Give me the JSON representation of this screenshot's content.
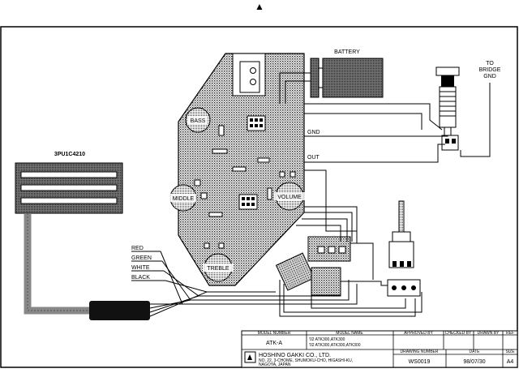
{
  "header_marker": "▲",
  "labels": {
    "battery": "BATTERY",
    "to_bridge_gnd": [
      "TO",
      "BRIDGE",
      "GND"
    ],
    "pickup_model": "3PU1C4210",
    "gnd": "GND",
    "out": "OUT"
  },
  "pots": {
    "bass": "BASS",
    "middle": "MIDDLE",
    "volume": "VOLUME",
    "treble": "TREBLE"
  },
  "wire_colors": [
    "RED",
    "GREEN",
    "WHITE",
    "BLACK"
  ],
  "title_block": {
    "model_number_header": "MODEL NUMBER",
    "model_number": "ATK-A",
    "model_name_header": "MODEL NAME",
    "model_name_lines": [
      "'02 ATK300,ATK300",
      "'02 ATK300,ATK300,ATK300"
    ],
    "approved_by": "APPROVED BY",
    "checked_by": "CHECKED BY",
    "drawn_by": "DRAWN BY",
    "ref": "REF",
    "company": "HOSHINO GAKKI CO., LTD.",
    "address_lines": [
      "NO. 22, 3-CHOME, SHUMOKU-CHO, HIGASHI-KU,",
      "NAGOYA, JAPAN"
    ],
    "drawing_number_header": "DRAWING NUMBER",
    "drawing_number": "WS0019",
    "date_header": "DATE",
    "date": "98/07/30",
    "size_header": "SIZE",
    "size": "A4"
  }
}
